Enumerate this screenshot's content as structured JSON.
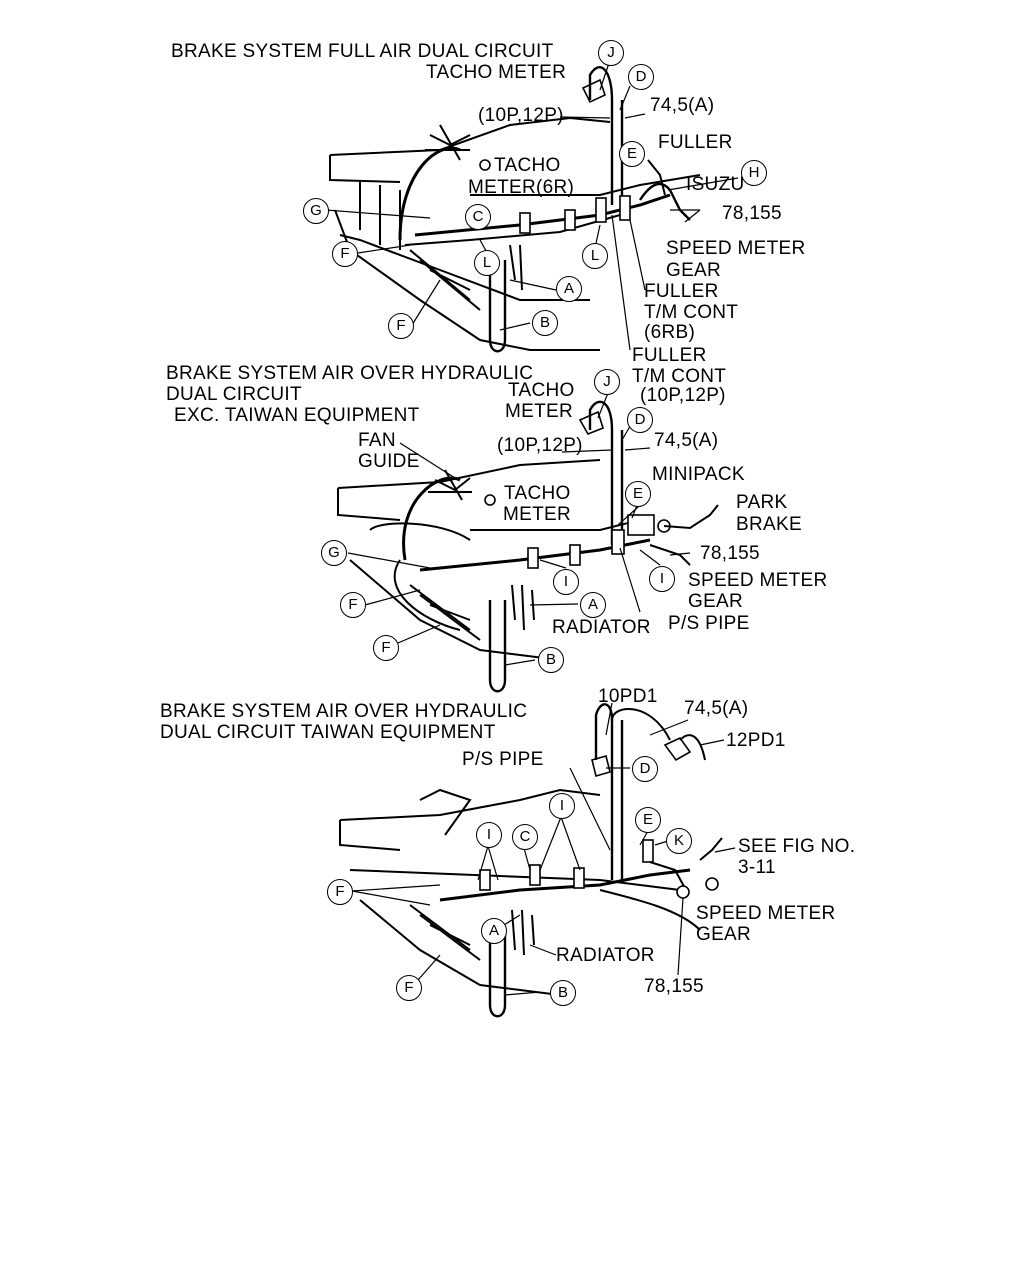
{
  "panels": [
    {
      "title": "BRAKE SYSTEM FULL AIR DUAL CIRCUIT",
      "labels": {
        "tacho_meter": "TACHO METER",
        "conn_10p12p": "(10P,12P)",
        "ref_745a": "74,5(A)",
        "fuller": "FULLER",
        "tacho_meter_6r_1": "TACHO",
        "tacho_meter_6r_2": "METER(6R)",
        "isuzu": "ISUZU",
        "ref_78155": "78,155",
        "speed_meter": "SPEED METER",
        "gear": "GEAR",
        "fuller_tm_6rb_1": "FULLER",
        "fuller_tm_6rb_2": "T/M CONT",
        "fuller_tm_6rb_3": "(6RB)",
        "fuller_tm_10p_1": "FULLER",
        "fuller_tm_10p_2": "T/M CONT",
        "fuller_tm_10p_3": "(10P,12P)"
      },
      "callouts": {
        "j": "J",
        "d": "D",
        "e": "E",
        "h": "H",
        "g": "G",
        "c": "C",
        "f1": "F",
        "l1": "L",
        "l2": "L",
        "a": "A",
        "f2": "F",
        "b": "B"
      }
    },
    {
      "title_1": "BRAKE SYSTEM AIR OVER HYDRAULIC",
      "title_2": "DUAL CIRCUIT",
      "title_3": "EXC. TAIWAN EQUIPMENT",
      "labels": {
        "tacho_1": "TACHO",
        "meter_1": "METER",
        "conn_10p12p": "(10P,12P)",
        "ref_745a": "74,5(A)",
        "fan": "FAN",
        "guide": "GUIDE",
        "minipack": "MINIPACK",
        "tacho_2": "TACHO",
        "meter_2": "METER",
        "park": "PARK",
        "brake": "BRAKE",
        "ref_78155": "78,155",
        "speed_meter": "SPEED METER",
        "gear": "GEAR",
        "radiator": "RADIATOR",
        "ps_pipe": "P/S PIPE"
      },
      "callouts": {
        "j": "J",
        "d": "D",
        "e": "E",
        "g": "G",
        "i1": "I",
        "i2": "I",
        "f1": "F",
        "a": "A",
        "f2": "F",
        "b": "B"
      }
    },
    {
      "title_1": "BRAKE SYSTEM AIR OVER HYDRAULIC",
      "title_2": "DUAL CIRCUIT TAIWAN EQUIPMENT",
      "labels": {
        "pd1_10": "10PD1",
        "ref_745a": "74,5(A)",
        "pd1_12": "12PD1",
        "ps_pipe": "P/S PIPE",
        "see_fig": "SEE FIG NO.",
        "fig_no": "3-11",
        "speed_meter": "SPEED METER",
        "gear": "GEAR",
        "radiator": "RADIATOR",
        "ref_78155": "78,155"
      },
      "callouts": {
        "d": "D",
        "i1": "I",
        "c": "C",
        "i2": "I",
        "e": "E",
        "k": "K",
        "f1": "F",
        "a": "A",
        "f2": "F",
        "b": "B"
      }
    }
  ]
}
